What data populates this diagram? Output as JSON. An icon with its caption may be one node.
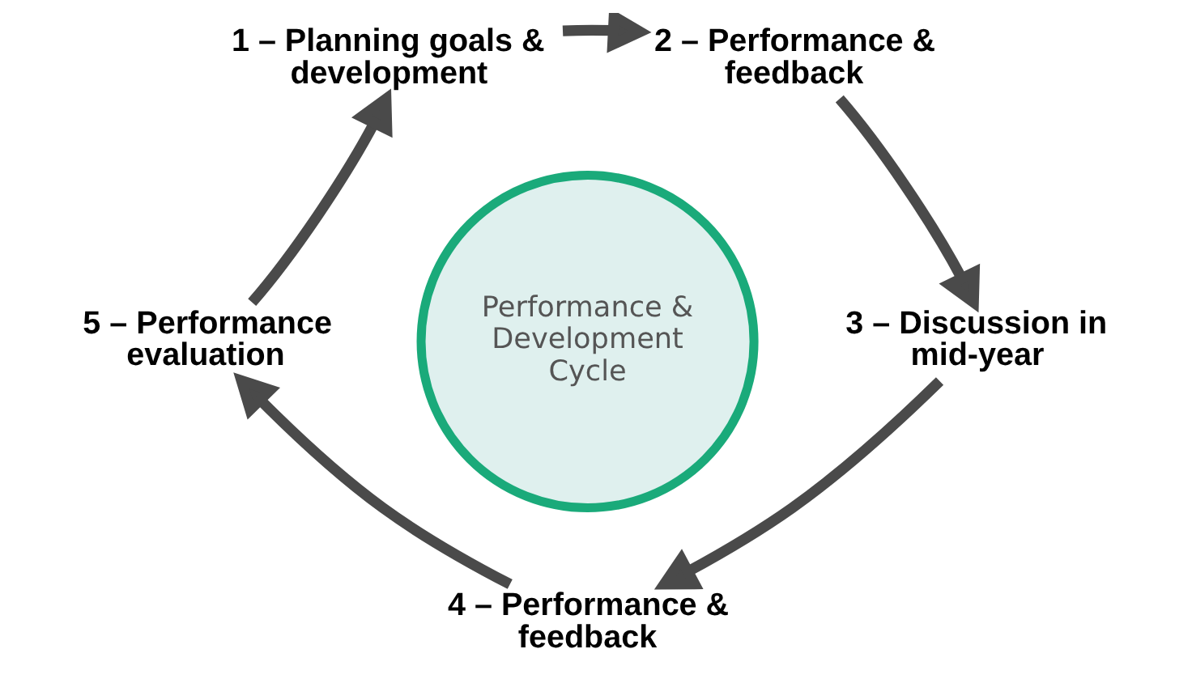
{
  "diagram": {
    "nodes": [
      {
        "text": [
          "Performance & Development Cycle"
        ]
      },
      {
        "text": [
          "1 – Planning goals & development"
        ]
      },
      {
        "text": [
          "2 – Performance & feedback"
        ]
      },
      {
        "text": [
          "3 – Discussion in mid-year"
        ]
      },
      {
        "text": [
          "4 – Performance & feedback"
        ]
      },
      {
        "text": [
          "5 – Performance evaluation"
        ]
      }
    ],
    "edges": [
      {
        "from": 1,
        "to": 2,
        "arrow": "to"
      },
      {
        "from": 2,
        "to": 3,
        "arrow": "to"
      },
      {
        "from": 3,
        "to": 4,
        "arrow": "to"
      },
      {
        "from": 4,
        "to": 5,
        "arrow": "to"
      },
      {
        "from": 5,
        "to": 1,
        "arrow": "to"
      }
    ]
  }
}
